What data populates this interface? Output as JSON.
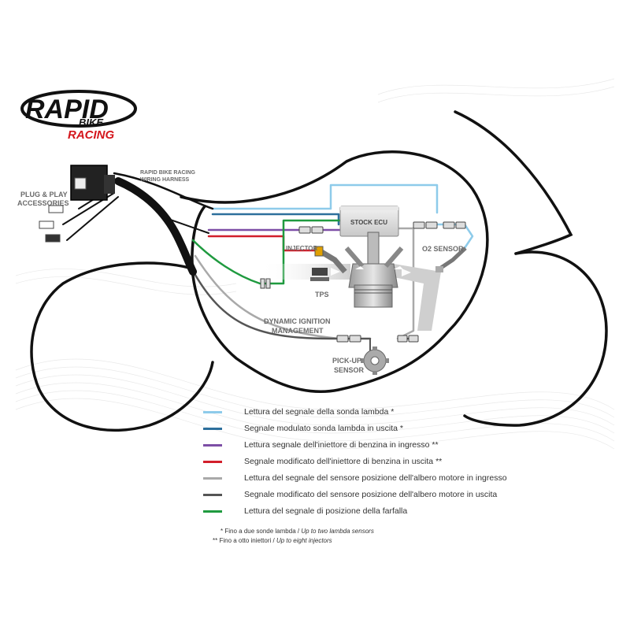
{
  "brand": {
    "logo_text": "RAPID",
    "logo_sub": "BIKE",
    "logo_tag": "RACING",
    "red": "#d4161c"
  },
  "labels": {
    "harness": [
      "RAPID BIKE RACING",
      "WIRING HARNESS"
    ],
    "accessories": [
      "PLUG & PLAY",
      "ACCESSORIES"
    ],
    "stock_ecu": "STOCK ECU",
    "injector": "INJECTOR",
    "o2_sensor": "O2 SENSOR",
    "tps": "TPS",
    "ignition": [
      "DYNAMIC IGNITION",
      "MANAGEMENT"
    ],
    "pickup": [
      "PICK-UP",
      "SENSOR"
    ]
  },
  "legend": [
    {
      "color": "#8ecbea",
      "text": "Lettura del segnale della sonda lambda *"
    },
    {
      "color": "#2d6f9c",
      "text": "Segnale modulato sonda lambda in uscita *"
    },
    {
      "color": "#7d4ea6",
      "text": "Lettura segnale dell'iniettore di benzina in ingresso **"
    },
    {
      "color": "#d21f2b",
      "text": "Segnale modificato dell'iniettore di benzina in uscita **"
    },
    {
      "color": "#a9a9a9",
      "text": "Lettura del segnale del sensore posizione dell'albero motore in ingresso"
    },
    {
      "color": "#555555",
      "text": "Segnale modificato del sensore posizione dell'albero motore in uscita"
    },
    {
      "color": "#1f9a3f",
      "text": "Lettura del segnale di posizione della farfalla"
    }
  ],
  "notes": [
    {
      "marker": "*",
      "it": "Fino a due sonde lambda",
      "sep": " / ",
      "en": "Up to two lambda sensors"
    },
    {
      "marker": "**",
      "it": "Fino a otto iniettori",
      "sep": " / ",
      "en": "Up to eight injectors"
    }
  ]
}
